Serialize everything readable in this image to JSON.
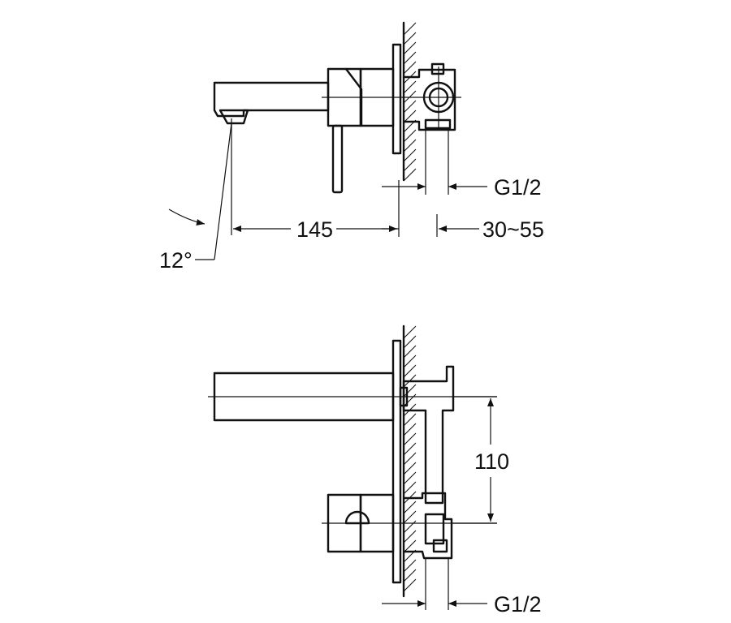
{
  "labels": {
    "spout_projection": "145",
    "wall_thickness_range": "30~55",
    "top_connection": "G1/2",
    "bottom_connection": "G1/2",
    "spout_angle": "12°",
    "vertical_spacing": "110"
  }
}
